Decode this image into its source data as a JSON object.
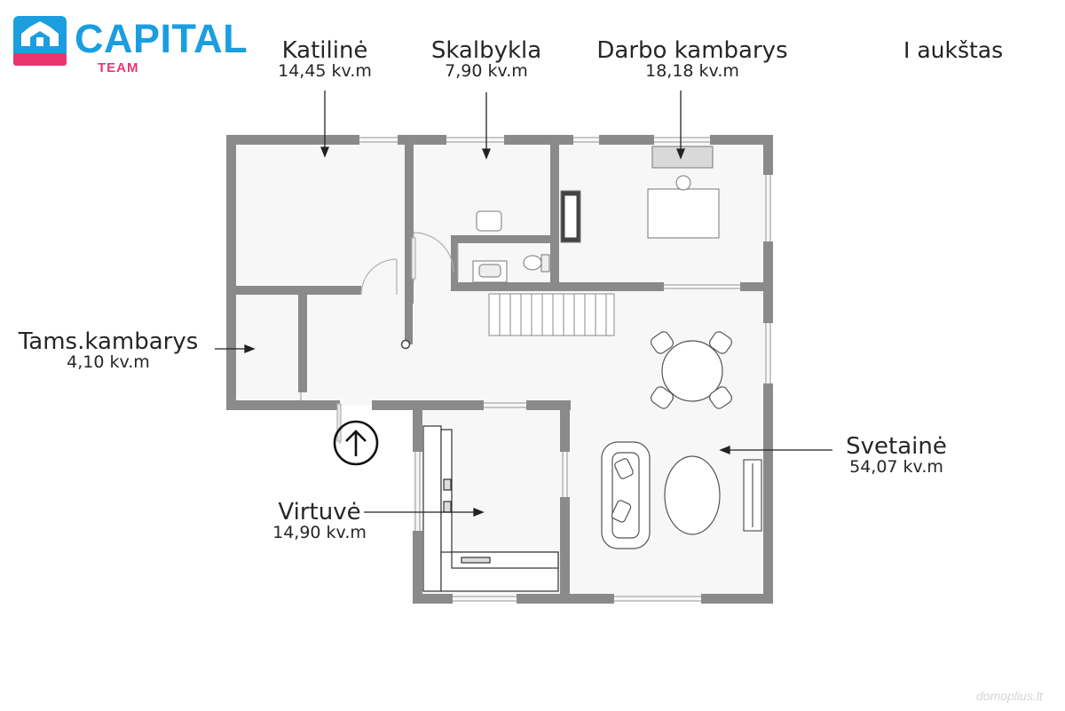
{
  "logo": {
    "name": "CAPITAL",
    "team": "TEAM",
    "primary_color": "#1a9ee0",
    "accent_color": "#e8356f"
  },
  "floor_label": "I aukštas",
  "rooms": {
    "katiline": {
      "name": "Katilinė",
      "area": "14,45 kv.m"
    },
    "skalbykla": {
      "name": "Skalbykla",
      "area": "7,90 kv.m"
    },
    "darbo": {
      "name": "Darbo kambarys",
      "area": "18,18 kv.m"
    },
    "tams": {
      "name": "Tams.kambarys",
      "area": "4,10 kv.m"
    },
    "virtuve": {
      "name": "Virtuvė",
      "area": "14,90 kv.m"
    },
    "svetaine": {
      "name": "Svetainė",
      "area": "54,07 kv.m"
    }
  },
  "watermark": "domoplius.lt",
  "colors": {
    "wall": "#8a8a8a",
    "floor": "#f7f7f7",
    "line": "#222222"
  },
  "icons": {
    "entrance": "up-arrow-circle-icon",
    "logo": "house-logo-icon"
  }
}
